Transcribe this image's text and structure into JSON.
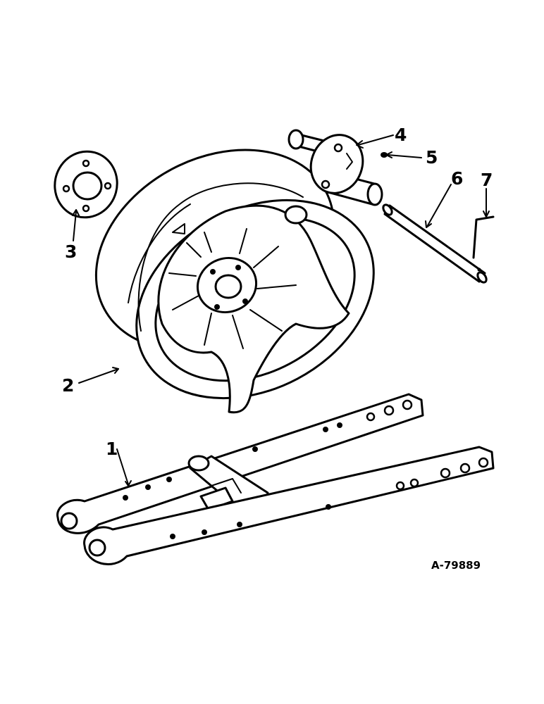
{
  "callouts": {
    "c1": "1",
    "c2": "2",
    "c3": "3",
    "c4": "4",
    "c5": "5",
    "c6": "6",
    "c7": "7"
  },
  "drawing_number": "A-79889",
  "colors": {
    "ink": "#000000",
    "paper": "#ffffff"
  }
}
